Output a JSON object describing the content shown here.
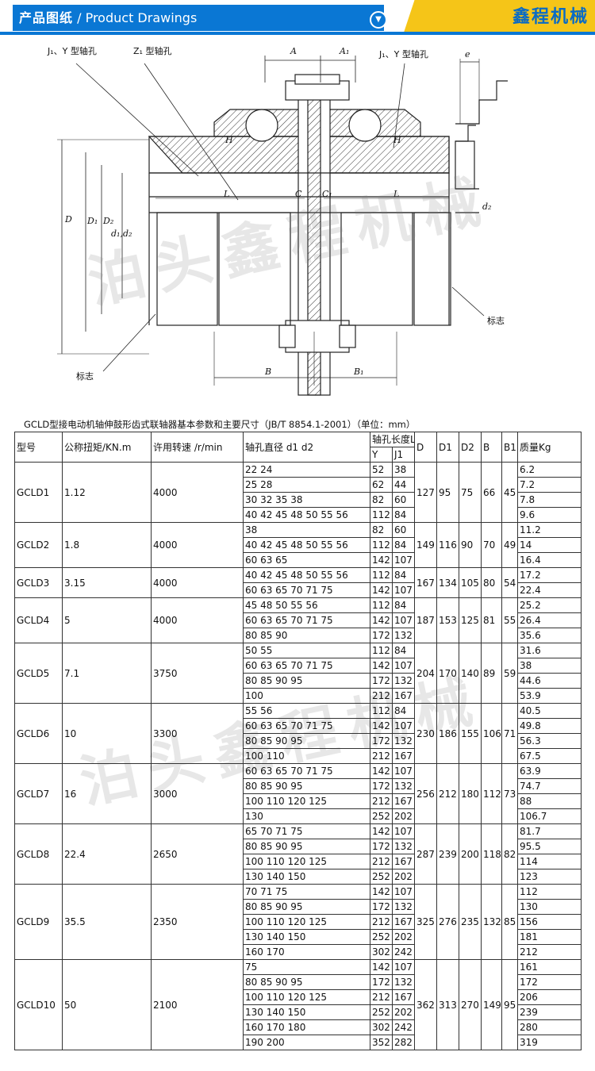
{
  "header": {
    "title_cn": "产品图纸",
    "title_en": "/ Product Drawings",
    "brand": "鑫程机械",
    "toggle_icon": "chevron-down-icon",
    "colors": {
      "banner": "#0a77d4",
      "brand_bg": "#f5c518",
      "brand_text": "#0a6bc4"
    }
  },
  "drawing": {
    "labels": {
      "j1y_left": "J₁、Y 型轴孔",
      "z1": "Z₁ 型轴孔",
      "j1y_right": "J₁、Y 型轴孔",
      "A": "A",
      "A1": "A₁",
      "e": "e",
      "H_left": "H",
      "H_right": "H",
      "L_left": "L",
      "L_right": "L",
      "C": "C",
      "C1": "C₁",
      "D": "D",
      "D1": "D₁",
      "D2": "D₂",
      "d1d2": "d₁,d₂",
      "d2": "d₂",
      "B": "B",
      "B1": "B₁",
      "mark_left": "标志",
      "mark_right": "标志"
    }
  },
  "watermark": {
    "text": "泊头鑫程机械"
  },
  "table": {
    "caption": "GCLD型接电动机轴伸鼓形齿式联轴器基本参数和主要尺寸（JB/T 8854.1-2001）（单位：mm）",
    "headers": {
      "model": "型号",
      "torque": "公称扭矩/KN.m",
      "speed": "许用转速 /r/min",
      "bore": "轴孔直径 d1 d2",
      "length": "轴孔长度L",
      "Y": "Y",
      "J1": "J1",
      "D": "D",
      "D1": "D1",
      "D2": "D2",
      "B": "B",
      "B1": "B1",
      "mass": "质量Kg"
    },
    "groups": [
      {
        "model": "GCLD1",
        "torque": "1.12",
        "speed": "4000",
        "D": "127",
        "D1": "95",
        "D2": "75",
        "B": "66",
        "B1": "45",
        "rows": [
          {
            "d": "22 24",
            "y": "52",
            "j": "38",
            "m": "6.2"
          },
          {
            "d": "25 28",
            "y": "62",
            "j": "44",
            "m": "7.2"
          },
          {
            "d": "30 32 35 38",
            "y": "82",
            "j": "60",
            "m": "7.8"
          },
          {
            "d": "40 42 45 48 50 55 56",
            "y": "112",
            "j": "84",
            "m": "9.6"
          }
        ]
      },
      {
        "model": "GCLD2",
        "torque": "1.8",
        "speed": "4000",
        "D": "149",
        "D1": "116",
        "D2": "90",
        "B": "70",
        "B1": "49",
        "rows": [
          {
            "d": "38",
            "y": "82",
            "j": "60",
            "m": "11.2"
          },
          {
            "d": "40 42 45 48 50 55 56",
            "y": "112",
            "j": "84",
            "m": "14"
          },
          {
            "d": "60 63 65",
            "y": "142",
            "j": "107",
            "m": "16.4"
          }
        ]
      },
      {
        "model": "GCLD3",
        "torque": "3.15",
        "speed": "4000",
        "D": "167",
        "D1": "134",
        "D2": "105",
        "B": "80",
        "B1": "54",
        "rows": [
          {
            "d": "40 42 45 48 50 55 56",
            "y": "112",
            "j": "84",
            "m": "17.2"
          },
          {
            "d": "60 63 65 70 71 75",
            "y": "142",
            "j": "107",
            "m": "22.4"
          }
        ]
      },
      {
        "model": "GCLD4",
        "torque": "5",
        "speed": "4000",
        "D": "187",
        "D1": "153",
        "D2": "125",
        "B": "81",
        "B1": "55",
        "rows": [
          {
            "d": "45 48 50 55 56",
            "y": "112",
            "j": "84",
            "m": "25.2"
          },
          {
            "d": "60 63 65 70 71 75",
            "y": "142",
            "j": "107",
            "m": "26.4"
          },
          {
            "d": "80 85 90",
            "y": "172",
            "j": "132",
            "m": "35.6"
          }
        ]
      },
      {
        "model": "GCLD5",
        "torque": "7.1",
        "speed": "3750",
        "D": "204",
        "D1": "170",
        "D2": "140",
        "B": "89",
        "B1": "59",
        "rows": [
          {
            "d": "50 55",
            "y": "112",
            "j": "84",
            "m": "31.6"
          },
          {
            "d": "60 63 65 70 71 75",
            "y": "142",
            "j": "107",
            "m": "38"
          },
          {
            "d": "80 85 90 95",
            "y": "172",
            "j": "132",
            "m": "44.6"
          },
          {
            "d": "100",
            "y": "212",
            "j": "167",
            "m": "53.9"
          }
        ]
      },
      {
        "model": "GCLD6",
        "torque": "10",
        "speed": "3300",
        "D": "230",
        "D1": "186",
        "D2": "155",
        "B": "106",
        "B1": "71",
        "rows": [
          {
            "d": "55 56",
            "y": "112",
            "j": "84",
            "m": "40.5"
          },
          {
            "d": "60 63 65 70 71 75",
            "y": "142",
            "j": "107",
            "m": "49.8"
          },
          {
            "d": "80 85 90 95",
            "y": "172",
            "j": "132",
            "m": "56.3"
          },
          {
            "d": "100 110",
            "y": "212",
            "j": "167",
            "m": "67.5"
          }
        ]
      },
      {
        "model": "GCLD7",
        "torque": "16",
        "speed": "3000",
        "D": "256",
        "D1": "212",
        "D2": "180",
        "B": "112",
        "B1": "73",
        "rows": [
          {
            "d": "60 63 65 70 71 75",
            "y": "142",
            "j": "107",
            "m": "63.9"
          },
          {
            "d": "80 85 90 95",
            "y": "172",
            "j": "132",
            "m": "74.7"
          },
          {
            "d": "100 110 120 125",
            "y": "212",
            "j": "167",
            "m": "88"
          },
          {
            "d": "130",
            "y": "252",
            "j": "202",
            "m": "106.7"
          }
        ]
      },
      {
        "model": "GCLD8",
        "torque": "22.4",
        "speed": "2650",
        "D": "287",
        "D1": "239",
        "D2": "200",
        "B": "118",
        "B1": "82",
        "rows": [
          {
            "d": "65 70 71 75",
            "y": "142",
            "j": "107",
            "m": "81.7"
          },
          {
            "d": "80 85 90 95",
            "y": "172",
            "j": "132",
            "m": "95.5"
          },
          {
            "d": "100 110 120 125",
            "y": "212",
            "j": "167",
            "m": "114"
          },
          {
            "d": "130 140 150",
            "y": "252",
            "j": "202",
            "m": "123"
          }
        ]
      },
      {
        "model": "GCLD9",
        "torque": "35.5",
        "speed": "2350",
        "D": "325",
        "D1": "276",
        "D2": "235",
        "B": "132",
        "B1": "85",
        "rows": [
          {
            "d": "70 71 75",
            "y": "142",
            "j": "107",
            "m": "112"
          },
          {
            "d": "80 85 90 95",
            "y": "172",
            "j": "132",
            "m": "130"
          },
          {
            "d": "100 110 120 125",
            "y": "212",
            "j": "167",
            "m": "156"
          },
          {
            "d": "130 140 150",
            "y": "252",
            "j": "202",
            "m": "181"
          },
          {
            "d": "160 170",
            "y": "302",
            "j": "242",
            "m": "212"
          }
        ]
      },
      {
        "model": "GCLD10",
        "torque": "50",
        "speed": "2100",
        "D": "362",
        "D1": "313",
        "D2": "270",
        "B": "149",
        "B1": "95",
        "rows": [
          {
            "d": "75",
            "y": "142",
            "j": "107",
            "m": "161"
          },
          {
            "d": "80 85 90 95",
            "y": "172",
            "j": "132",
            "m": "172"
          },
          {
            "d": "100 110 120 125",
            "y": "212",
            "j": "167",
            "m": "206"
          },
          {
            "d": "130 140 150",
            "y": "252",
            "j": "202",
            "m": "239"
          },
          {
            "d": "160 170 180",
            "y": "302",
            "j": "242",
            "m": "280"
          },
          {
            "d": "190 200",
            "y": "352",
            "j": "282",
            "m": "319"
          }
        ]
      }
    ]
  }
}
